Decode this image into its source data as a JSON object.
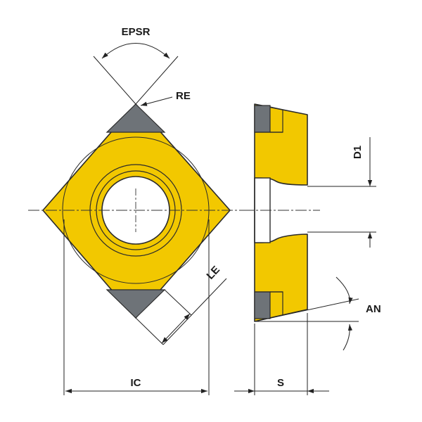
{
  "labels": {
    "epsr": "EPSR",
    "re": "RE",
    "le": "LE",
    "ic": "IC",
    "s": "S",
    "d1": "D1",
    "an": "AN"
  },
  "colors": {
    "insert_body": "#f2c800",
    "cutting_tip": "#6e7378",
    "outline": "#2b2b2b",
    "dimension_line": "#222222",
    "background": "#ffffff"
  }
}
